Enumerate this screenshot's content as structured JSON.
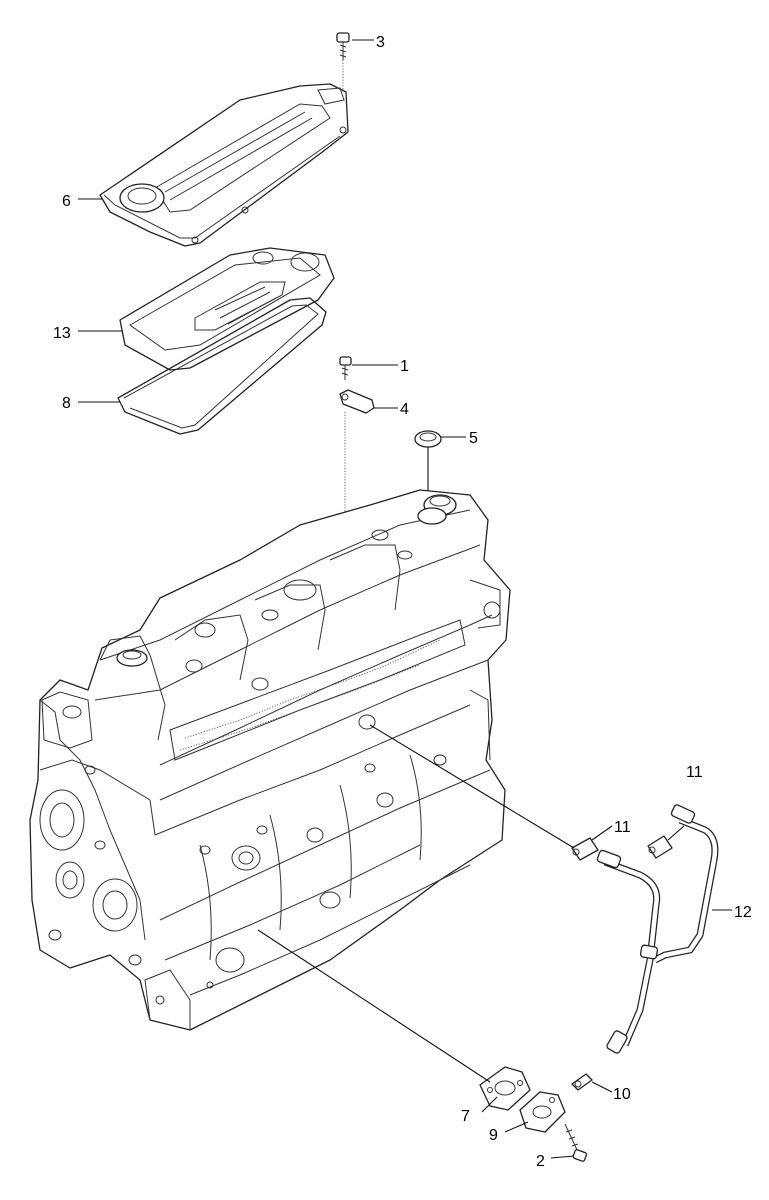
{
  "callouts": [
    {
      "id": "c1",
      "label": "1"
    },
    {
      "id": "c2",
      "label": "2"
    },
    {
      "id": "c3",
      "label": "3"
    },
    {
      "id": "c4",
      "label": "4"
    },
    {
      "id": "c5",
      "label": "5"
    },
    {
      "id": "c6",
      "label": "6"
    },
    {
      "id": "c7",
      "label": "7"
    },
    {
      "id": "c8",
      "label": "8"
    },
    {
      "id": "c9",
      "label": "9"
    },
    {
      "id": "c10",
      "label": "10"
    },
    {
      "id": "c11a",
      "label": "11"
    },
    {
      "id": "c11b",
      "label": "11"
    },
    {
      "id": "c12",
      "label": "12"
    },
    {
      "id": "c13",
      "label": "13"
    }
  ]
}
